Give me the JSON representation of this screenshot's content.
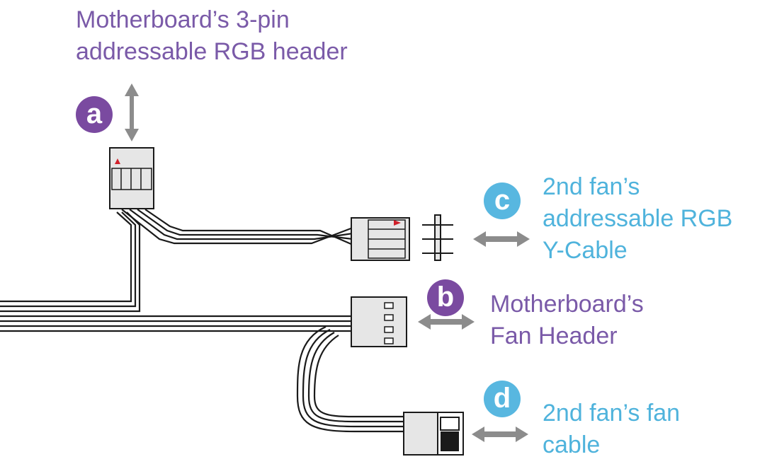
{
  "labels": {
    "a": {
      "badge": "a",
      "line1": "Motherboard’s 3-pin",
      "line2": "addressable RGB header"
    },
    "b": {
      "badge": "b",
      "line1": "Motherboard’s",
      "line2": "Fan Header"
    },
    "c": {
      "badge": "c",
      "line1": "2nd fan’s",
      "line2": "addressable RGB",
      "line3": "Y-Cable"
    },
    "d": {
      "badge": "d",
      "line1": "2nd fan’s fan",
      "line2": "cable"
    }
  },
  "colors": {
    "purple_text": "#7a5aa8",
    "purple_badge": "#7a4aa0",
    "blue_text": "#4fb3dc",
    "blue_badge": "#58b7e0",
    "arrow_gray": "#8c8c8c",
    "connector_fill": "#e6e6e6",
    "pin_red": "#d0202a"
  },
  "icons": {
    "arrows": "double-headed-arrow"
  }
}
